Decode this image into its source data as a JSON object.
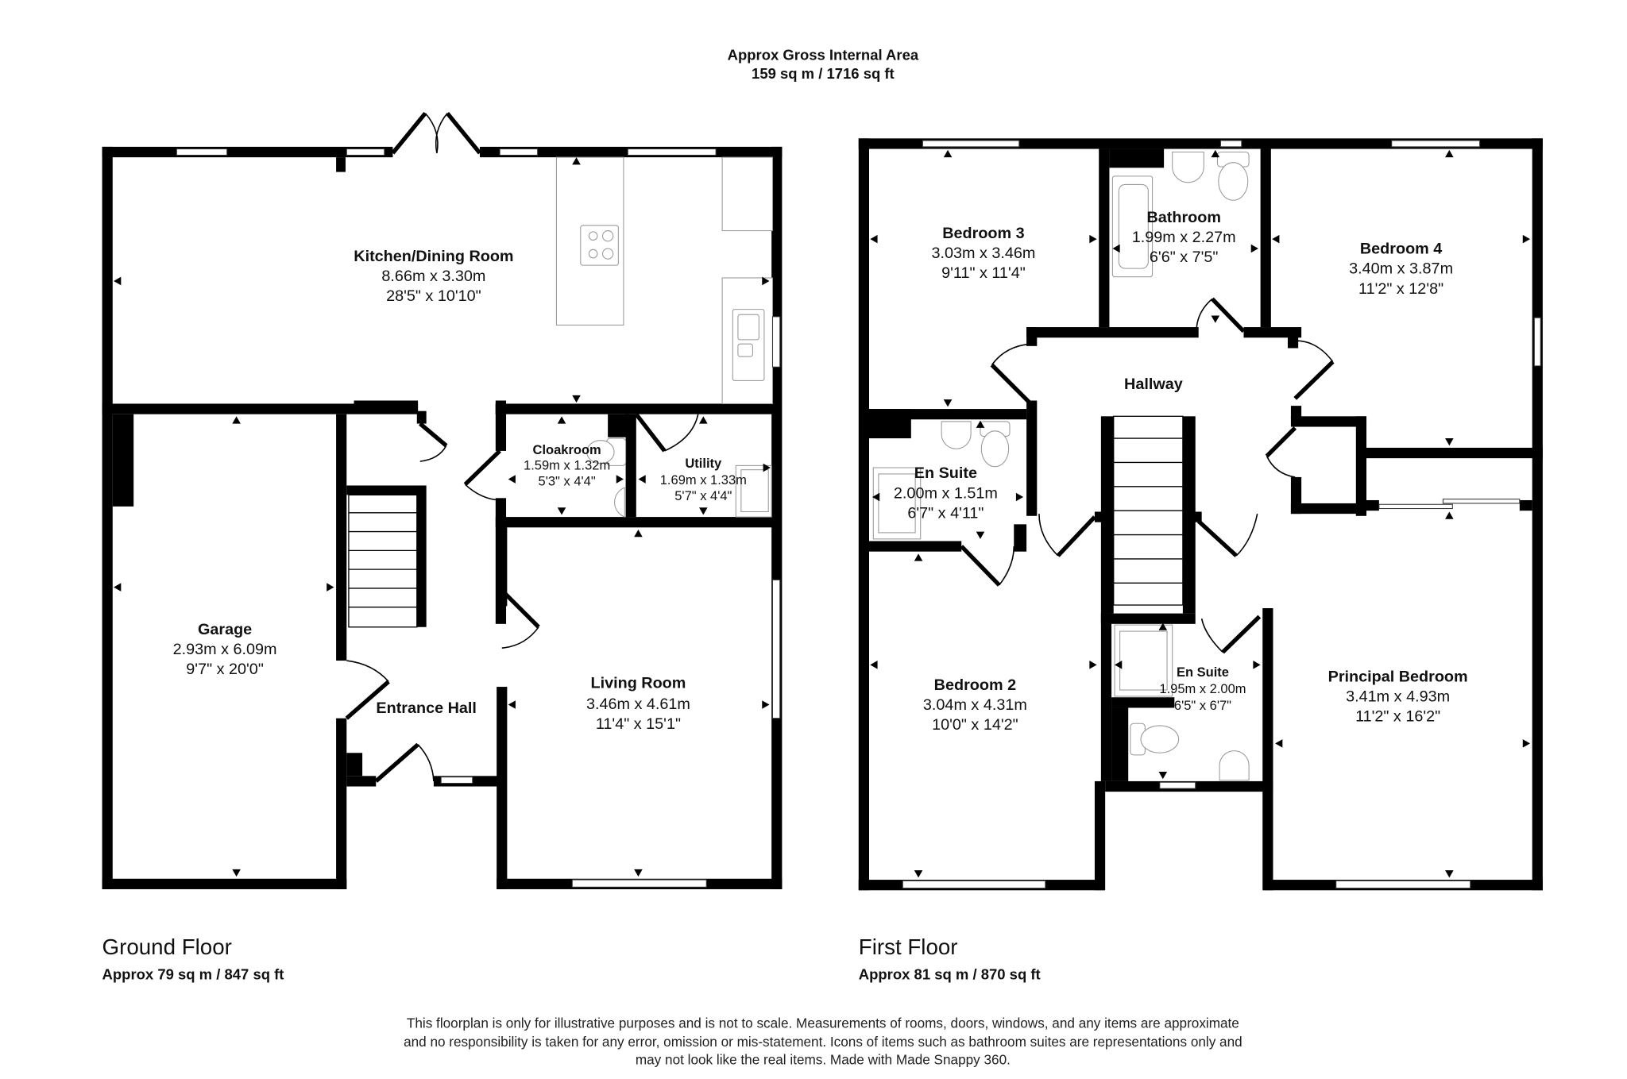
{
  "header": {
    "title": "Approx Gross Internal Area",
    "area": "159 sq m / 1716 sq ft"
  },
  "ground_floor": {
    "title": "Ground Floor",
    "area": "Approx 79 sq m / 847 sq ft",
    "rooms": {
      "kitchen": {
        "name": "Kitchen/Dining Room",
        "metric": "8.66m x 3.30m",
        "imperial": "28'5\" x 10'10\""
      },
      "garage": {
        "name": "Garage",
        "metric": "2.93m x 6.09m",
        "imperial": "9'7\" x 20'0\""
      },
      "entrance_hall": {
        "name": "Entrance Hall"
      },
      "cloakroom": {
        "name": "Cloakroom",
        "metric": "1.59m x 1.32m",
        "imperial": "5'3\" x 4'4\""
      },
      "utility": {
        "name": "Utility",
        "metric": "1.69m x 1.33m",
        "imperial": "5'7\" x 4'4\""
      },
      "living_room": {
        "name": "Living Room",
        "metric": "3.46m x 4.61m",
        "imperial": "11'4\" x 15'1\""
      }
    }
  },
  "first_floor": {
    "title": "First Floor",
    "area": "Approx 81 sq m / 870 sq ft",
    "rooms": {
      "bedroom3": {
        "name": "Bedroom 3",
        "metric": "3.03m x 3.46m",
        "imperial": "9'11\" x 11'4\""
      },
      "bathroom": {
        "name": "Bathroom",
        "metric": "1.99m x 2.27m",
        "imperial": "6'6\" x 7'5\""
      },
      "bedroom4": {
        "name": "Bedroom 4",
        "metric": "3.40m x 3.87m",
        "imperial": "11'2\" x 12'8\""
      },
      "hallway": {
        "name": "Hallway"
      },
      "ensuite1": {
        "name": "En Suite",
        "metric": "2.00m x 1.51m",
        "imperial": "6'7\" x 4'11\""
      },
      "bedroom2": {
        "name": "Bedroom 2",
        "metric": "3.04m x 4.31m",
        "imperial": "10'0\" x 14'2\""
      },
      "ensuite2": {
        "name": "En Suite",
        "metric": "1.95m x 2.00m",
        "imperial": "6'5\" x 6'7\""
      },
      "principal": {
        "name": "Principal Bedroom",
        "metric": "3.41m x 4.93m",
        "imperial": "11'2\" x 16'2\""
      }
    }
  },
  "disclaimer": {
    "line1": "This floorplan is only for illustrative purposes and is not to scale. Measurements of rooms, doors, windows, and any items are approximate",
    "line2": "and no responsibility is taken for any error, omission or mis-statement. Icons of items such as bathroom suites are representations only and",
    "line3": "may not look like the real items. Made with Made Snappy 360."
  }
}
